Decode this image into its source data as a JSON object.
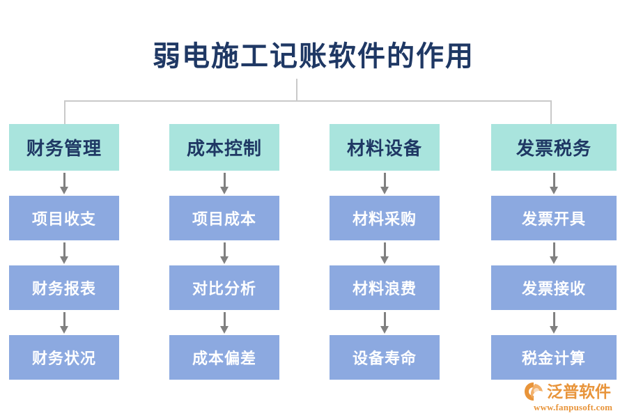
{
  "page": {
    "title": "弱电施工记账软件的作用",
    "background_color": "#FFFFFF",
    "title_color": "#1F3864",
    "header_box_color": "#A9E4DD",
    "step_box_color": "#8CA9E0",
    "connector_color": "#C9C9C9",
    "arrow_color": "#808080"
  },
  "diagram": {
    "type": "tree-flowchart",
    "columns": [
      {
        "header": "财务管理",
        "steps": [
          "项目收支",
          "财务报表",
          "财务状况"
        ]
      },
      {
        "header": "成本控制",
        "steps": [
          "项目成本",
          "对比分析",
          "成本偏差"
        ]
      },
      {
        "header": "材料设备",
        "steps": [
          "材料采购",
          "材料浪费",
          "设备寿命"
        ]
      },
      {
        "header": "发票税务",
        "steps": [
          "发票开具",
          "发票接收",
          "税金计算"
        ]
      }
    ]
  },
  "logo": {
    "brand": "泛普软件",
    "url": "www.fanpusoft.com",
    "mark_icon": "fanpu-swoosh-icon",
    "color": "#E8943A"
  }
}
